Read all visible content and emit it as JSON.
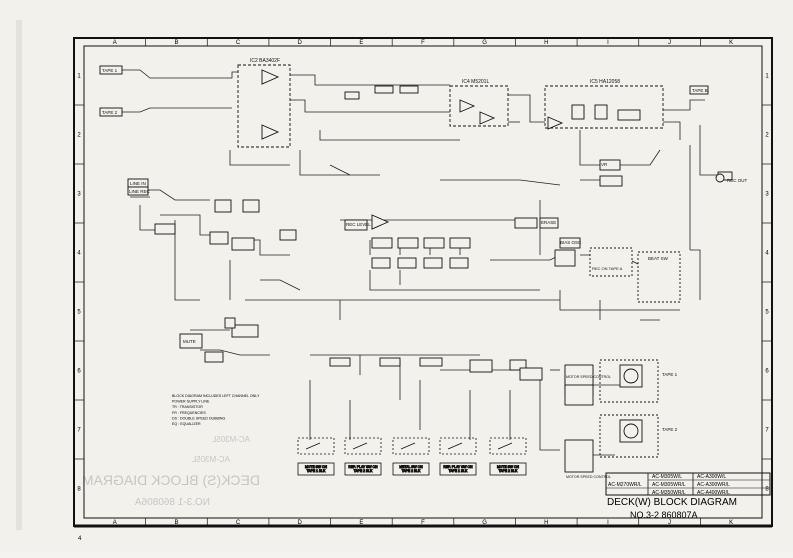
{
  "border": {
    "columns": [
      "A",
      "B",
      "C",
      "D",
      "E",
      "F",
      "G",
      "H",
      "I",
      "J",
      "K"
    ],
    "rows": [
      "1",
      "2",
      "3",
      "4",
      "5",
      "6",
      "7",
      "8"
    ]
  },
  "blocks": {
    "ic2": "IC2 BA3402F",
    "ic4": "IC4 M5201L",
    "ic5": "IC5 HA12058",
    "tape1": "TAPE 1",
    "tape2": "TAPE 2",
    "line_in": "LINE IN",
    "line_rec": "LINE REC",
    "rec_out": "REC OUT",
    "tapeb_label": "TAPE B",
    "beat_sw": "BEAT SW",
    "rec_on": "REC ON TAPE A",
    "motor1": "MOTOR SPEED CONTROL",
    "motor2": "MOTOR SPEED CONTROL",
    "tape1_motor": "TAPE 1",
    "tape2_motor": "TAPE 2",
    "vr": "VR",
    "level": "REC LEVEL",
    "bias_osc": "BIAS OSC",
    "erase": "ERASE",
    "mute": "MUTE"
  },
  "switches": [
    {
      "label": "MUTE SW ON TAPE 1 BLK"
    },
    {
      "label": "REP. PLAY SW ON TAPE 2 BLK"
    },
    {
      "label": "METAL SW ON TAPE 2 BLK"
    },
    {
      "label": "REP. PLAY SW ON TAPE 1 BLK"
    },
    {
      "label": "MUTE SW ON TAPE 2 BLK"
    }
  ],
  "legend": {
    "lines": [
      "BLOCK DIAGRAM INCLUDES LEFT CHANNEL ONLY",
      "POWER SUPPLY LINE",
      "TR : TRANSISTOR",
      "FR : FREQUENCIES",
      "DS : DOUBLE SPEED DUBBING",
      "EQ : EQUALIZER"
    ]
  },
  "models": [
    [
      "AC-M305W/L",
      "AC-A300W/L"
    ],
    [
      "AC-M270WR/L",
      "AC-M305WR/L",
      "AC-A300WR/L"
    ],
    [
      "AC-M350WR/L",
      "AC-A400WR/L"
    ]
  ],
  "title": {
    "name": "DECK(W) BLOCK DIAGRAM",
    "number": "NO.3-2  860807A"
  },
  "page_number": "4",
  "ghost": {
    "line1": "AC-M305L",
    "line2": "AC-M305L",
    "line3": "DECK(S) BLOCK DIAGRAM",
    "line4": "NO.3-1 860806A"
  }
}
